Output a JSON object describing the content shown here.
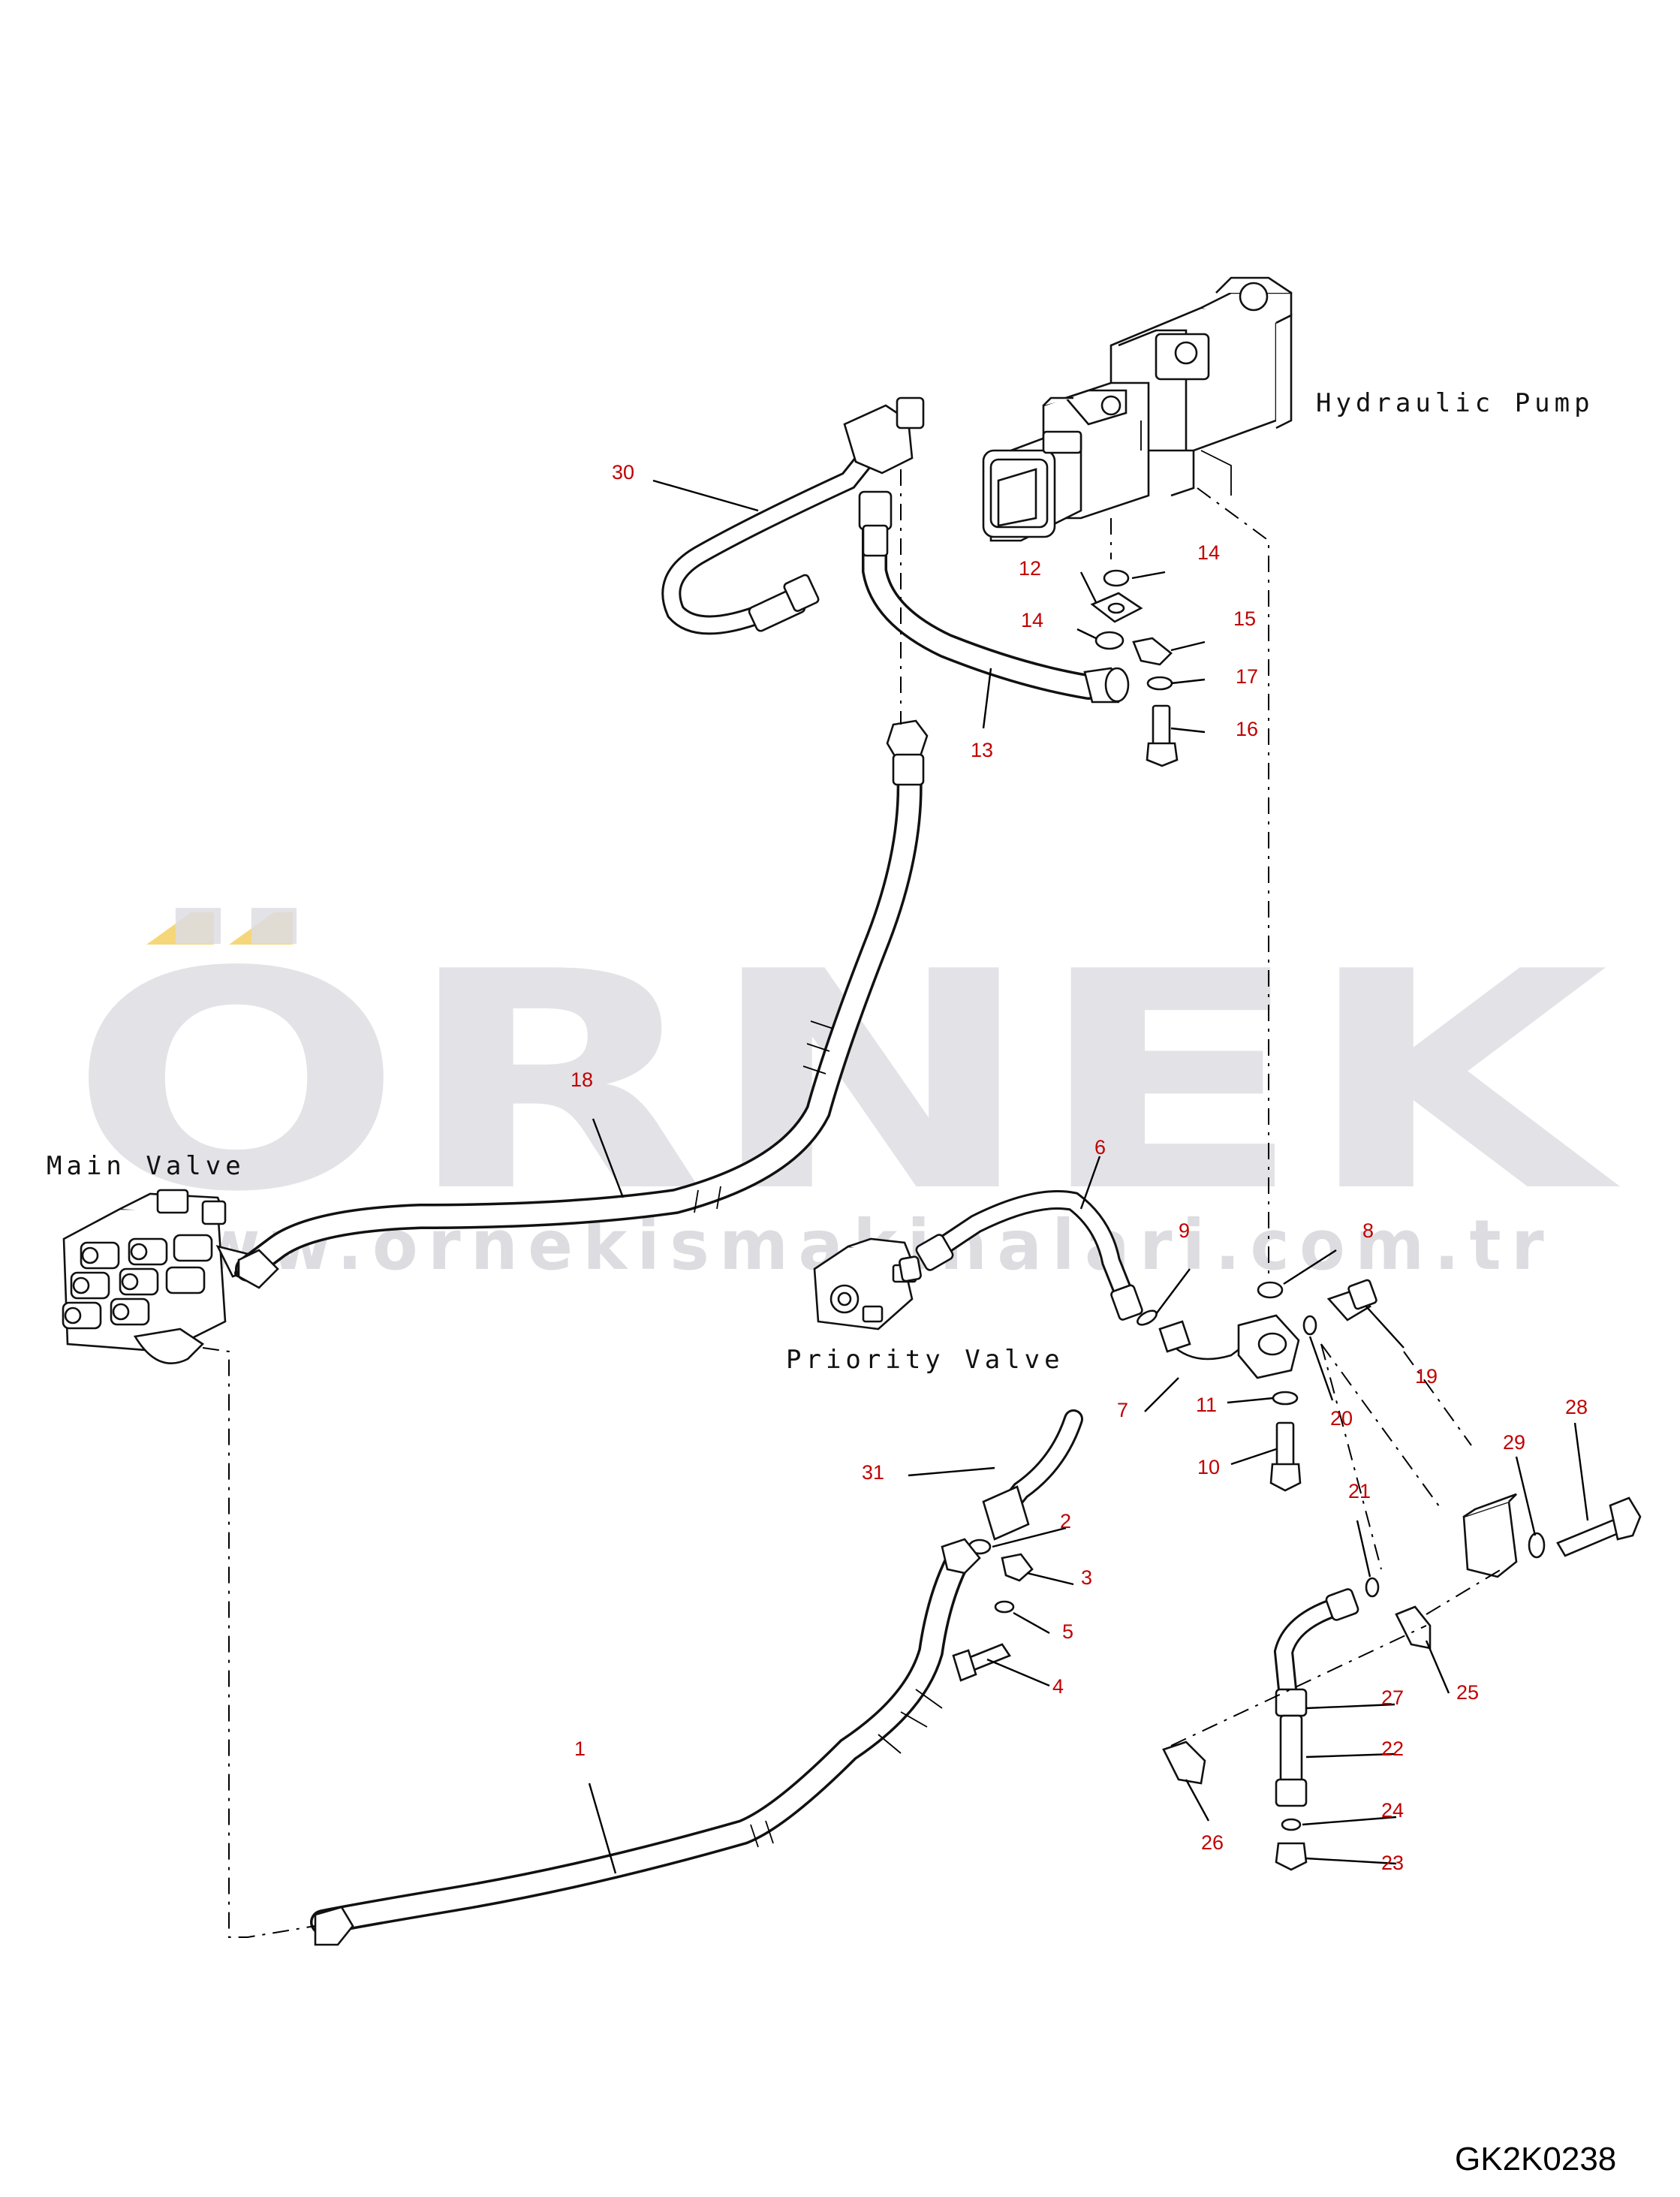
{
  "watermark": {
    "brand": "ÖRNEK",
    "url": "www.ornekismakinalari.com.tr",
    "accent_color": "#f5d77a"
  },
  "components": {
    "hydraulic_pump": "Hydraulic Pump",
    "main_valve": "Main Valve",
    "priority_valve": "Priority Valve"
  },
  "drawing_code": "GK2K0238",
  "colors": {
    "part_number": "#c00000",
    "line": "#000000",
    "watermark": "#dddde3"
  },
  "part_numbers": [
    "30",
    "14",
    "12",
    "14",
    "15",
    "17",
    "16",
    "13",
    "18",
    "6",
    "9",
    "8",
    "19",
    "7",
    "11",
    "20",
    "10",
    "21",
    "29",
    "28",
    "31",
    "2",
    "3",
    "5",
    "4",
    "25",
    "27",
    "22",
    "26",
    "24",
    "23",
    "1"
  ]
}
